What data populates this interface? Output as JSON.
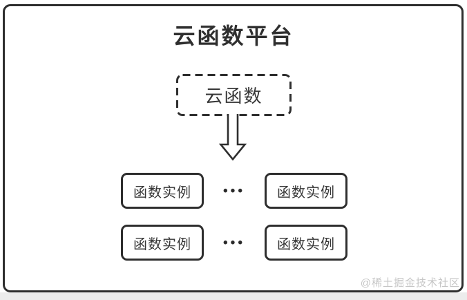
{
  "page": {
    "title": "云函数平台",
    "watermark": "@稀土掘金技术社区"
  },
  "diagram": {
    "source_box": {
      "label": "云函数",
      "border_style": "dashed"
    },
    "arrow": {
      "direction": "down",
      "style": "hollow-outline"
    },
    "instance_rows": [
      {
        "left_label": "函数实例",
        "separator": "•••",
        "right_label": "函数实例"
      },
      {
        "left_label": "函数实例",
        "separator": "•••",
        "right_label": "函数实例"
      }
    ],
    "colors": {
      "stroke": "#2e2e2e",
      "title_text": "#2f2f2f",
      "box_text": "#363636",
      "watermark_text": "#c6c6c6",
      "background": "#ffffff"
    }
  }
}
